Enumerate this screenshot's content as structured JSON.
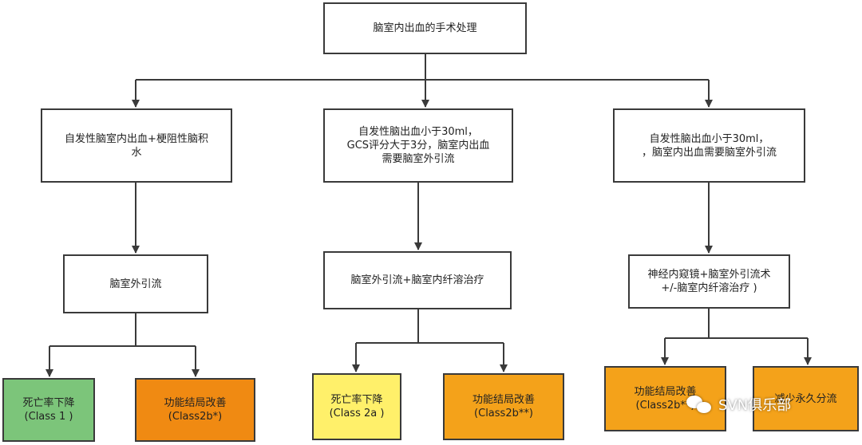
{
  "diagram": {
    "root": "脑室内出血的手术处理",
    "branch1": {
      "condition": "自发性脑室内出血+梗阻性脑积\n水",
      "treatment": "脑室外引流",
      "outcome_left": "死亡率下降\n(Class 1 )",
      "outcome_right": "功能结局改善\n(Class2b*)"
    },
    "branch2": {
      "condition": "自发性脑出血小于30ml，\nGCS评分大于3分，脑室内出血\n需要脑室外引流",
      "treatment": "脑室外引流+脑室内纤溶治疗",
      "outcome_left": "死亡率下降\n(Class 2a )",
      "outcome_right": "功能结局改善\n(Class2b**)"
    },
    "branch3": {
      "condition": "自发性脑出血小于30ml，\n，脑室内出血需要脑室外引流",
      "treatment": "神经内窥镜+脑室外引流术\n+/-脑室内纤溶治疗 )",
      "outcome_left": "功能结局改善\n(Class2b**)",
      "outcome_right": "减少永久分流"
    }
  },
  "watermark": {
    "text": "SVN俱乐部",
    "icon": "wechat-icon"
  },
  "colors": {
    "line": "#3a3a3a",
    "class1": "#7cc57a",
    "class2a": "#fff06a",
    "class2b": "#f08a12",
    "class2b_alt": "#f4a21a"
  }
}
